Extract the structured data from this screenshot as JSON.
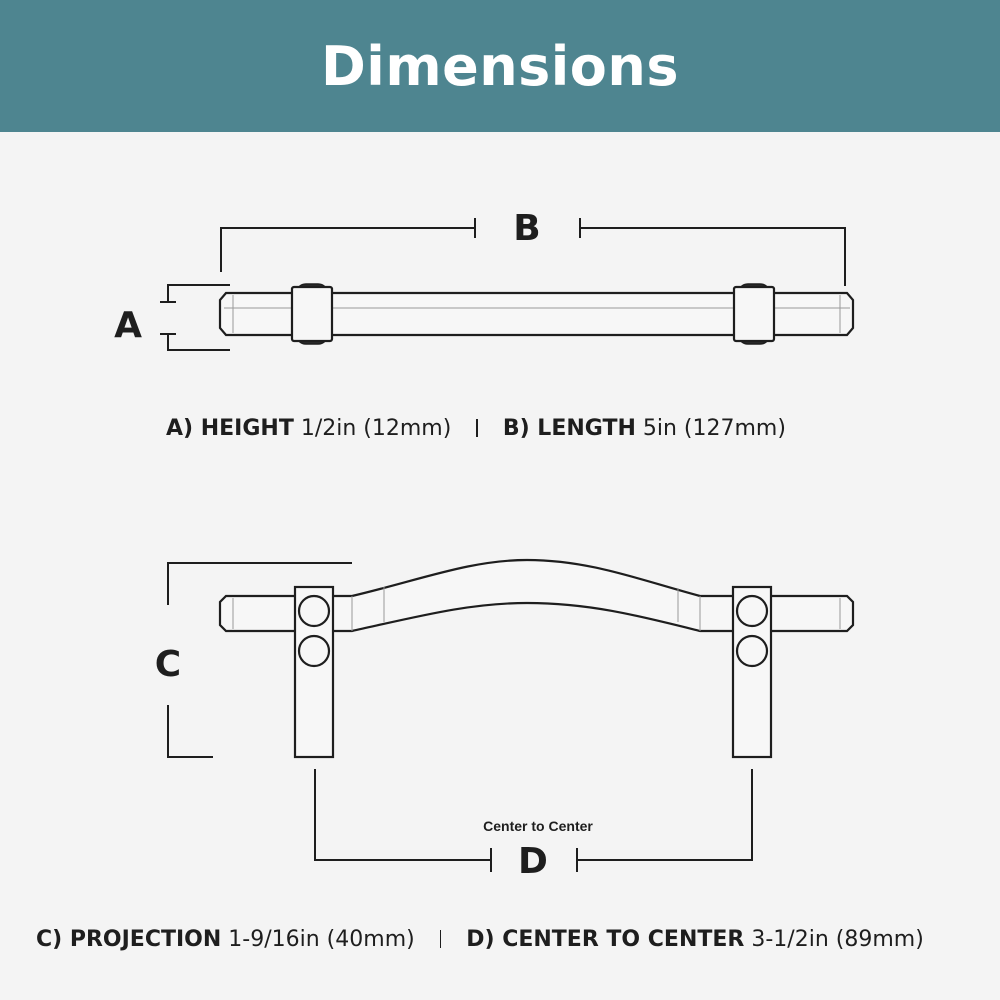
{
  "header": {
    "title": "Dimensions",
    "background": "#4e8590"
  },
  "labels": {
    "a": "A",
    "b": "B",
    "c": "C",
    "d": "D",
    "center_note": "Center to Center"
  },
  "specs": {
    "row1": {
      "a_key": "A) HEIGHT",
      "a_value": "1/2in (12mm)",
      "b_key": "B) LENGTH",
      "b_value": "5in (127mm)"
    },
    "row2": {
      "c_key": "C) PROJECTION",
      "c_value": "1-9/16in (40mm)",
      "d_key": "D) CENTER TO CENTER",
      "d_value": "3-1/2in (89mm)"
    }
  }
}
